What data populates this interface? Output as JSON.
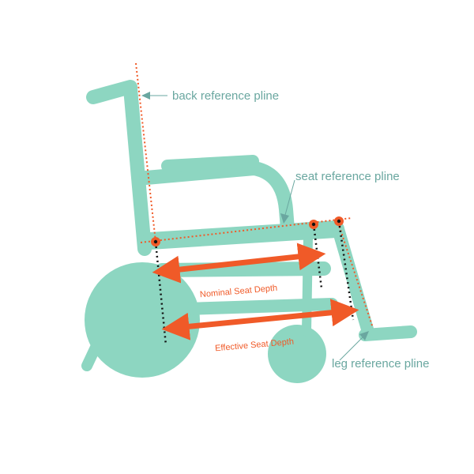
{
  "labels": {
    "back_reference": "back reference pline",
    "seat_reference": "seat reference pline",
    "leg_reference": "leg reference pline",
    "nominal_seat_depth": "Nominal Seat Depth",
    "effective_seat_depth": "Effective Seat Depth"
  },
  "colors": {
    "frame": "#8dd6c1",
    "accent": "#f05a28",
    "callout_text": "#6aa7a0",
    "guide": "#111111"
  }
}
